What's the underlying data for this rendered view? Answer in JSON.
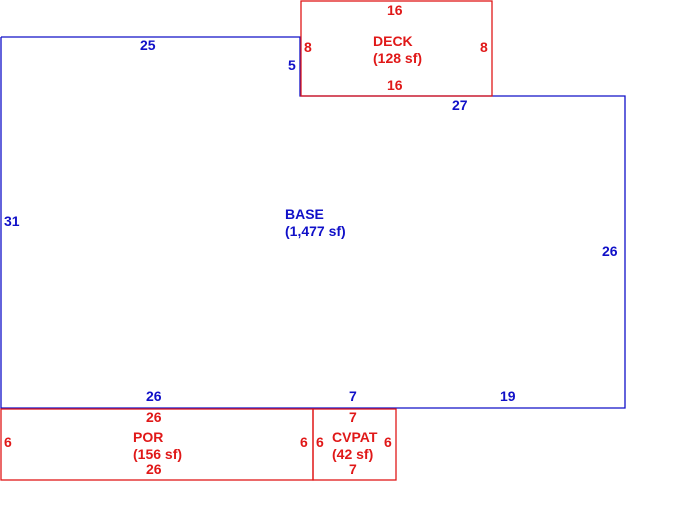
{
  "colors": {
    "base": "#1010c8",
    "addition": "#e01818"
  },
  "areas": {
    "base": {
      "name": "BASE",
      "area": "(1,477 sf)"
    },
    "deck": {
      "name": "DECK",
      "area": "(128 sf)"
    },
    "porch": {
      "name": "POR",
      "area": "(156 sf)"
    },
    "cvpat": {
      "name": "CVPAT",
      "area": "(42 sf)"
    }
  },
  "dimensions": {
    "base": {
      "top_left": "25",
      "step": "5",
      "top_right": "27",
      "left": "31",
      "right": "26",
      "bottom_left": "26",
      "bottom_mid": "7",
      "bottom_right": "19"
    },
    "deck": {
      "top": "16",
      "bottom": "16",
      "left": "8",
      "right": "8"
    },
    "porch": {
      "top": "26",
      "bottom": "26",
      "left": "6",
      "right": "6"
    },
    "cvpat": {
      "top": "7",
      "bottom": "7",
      "left": "6",
      "right": "6"
    }
  }
}
